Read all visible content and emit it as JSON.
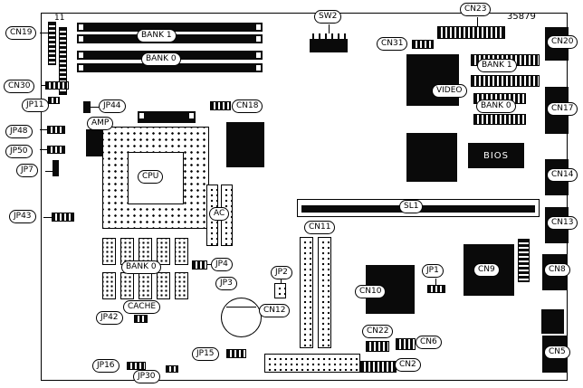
{
  "diagram": {
    "type": "motherboard-layout",
    "part_number": "35879",
    "pin1_note": "11"
  },
  "labels": {
    "mem_bank1": "BANK 1",
    "mem_bank0": "BANK 0",
    "cn19": "CN19",
    "cn30": "CN30",
    "jp11": "JP11",
    "jp48": "JP48",
    "jp50": "JP50",
    "jp7": "JP7",
    "jp43": "JP43",
    "jp44": "JP44",
    "amp": "AMP",
    "cpu": "CPU",
    "cn18": "CN18",
    "ac": "AC",
    "cache_bank0": "BANK 0",
    "cache": "CACHE",
    "jp42": "JP42",
    "jp16": "JP16",
    "jp30": "JP30",
    "jp15": "JP15",
    "jp4": "JP4",
    "jp3": "JP3",
    "jp2": "JP2",
    "cn12": "CN12",
    "cn11": "CN11",
    "cn10": "CN10",
    "cn22": "CN22",
    "cn2": "CN2",
    "cn6": "CN6",
    "jp1": "JP1",
    "cn9": "CN9",
    "sl1": "SL1",
    "sw2": "SW2",
    "cn31": "CN31",
    "cn23": "CN23",
    "video": "VIDEO",
    "video_bank1": "BANK 1",
    "video_bank0": "BANK 0",
    "bios": "BIOS",
    "cn20": "CN20",
    "cn17": "CN17",
    "cn14": "CN14",
    "cn13": "CN13",
    "cn8": "CN8",
    "cn5": "CN5"
  }
}
